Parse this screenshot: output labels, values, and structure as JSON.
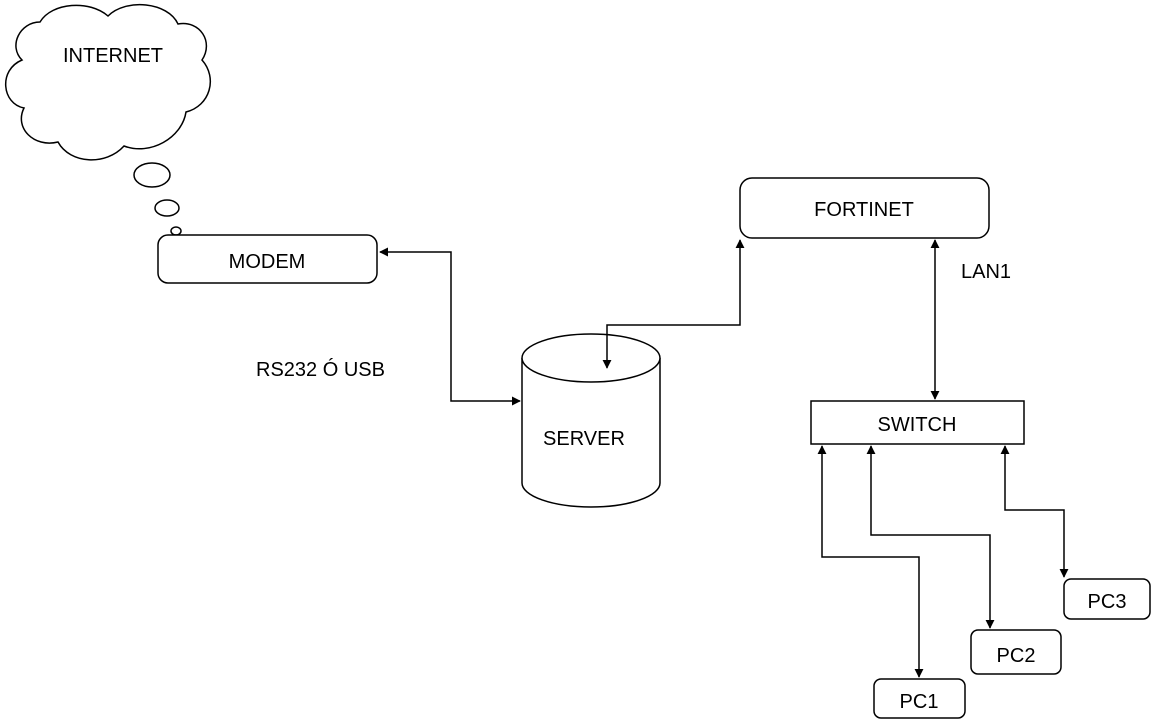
{
  "nodes": {
    "internet": "INTERNET",
    "modem": "MODEM",
    "server": "SERVER",
    "fortinet": "FORTINET",
    "switch": "SWITCH",
    "pc1": "PC1",
    "pc2": "PC2",
    "pc3": "PC3"
  },
  "edge_labels": {
    "modem_server": "RS232 Ó USB",
    "fortinet_switch": "LAN1"
  },
  "colors": {
    "stroke": "#000000",
    "fill": "#ffffff"
  }
}
